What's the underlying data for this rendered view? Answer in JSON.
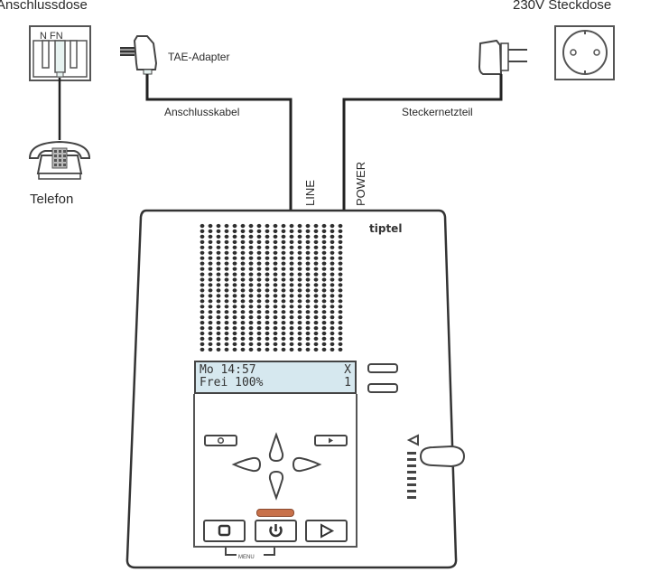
{
  "title": "tiptel Anrufbeantworter Anschlussdiagramm",
  "labels": {
    "wall_socket": "Anschlussdose",
    "wall_socket_pins": "N FN",
    "phone": "Telefon",
    "tae_adapter": "TAE-Adapter",
    "connection_cable": "Anschlusskabel",
    "power_outlet": "230V  Steckdose",
    "power_supply": "Steckernetzteil",
    "port_line": "LINE",
    "port_power": "POWER"
  },
  "device": {
    "brand": "tiptel",
    "display": {
      "line1_left": "Mo 14:57",
      "line1_right": "X",
      "line2_left": "Frei 100%",
      "line2_right": "1"
    },
    "display_color": "#d6e8ef",
    "led_color": "#c8714a",
    "menu_label": "MENU",
    "buttons": [
      {
        "name": "record",
        "icon": "record-icon"
      },
      {
        "name": "skip-forward",
        "icon": "skip-icon"
      },
      {
        "name": "up",
        "icon": "arrow-up-icon"
      },
      {
        "name": "left",
        "icon": "arrow-left-icon"
      },
      {
        "name": "right",
        "icon": "arrow-right-icon"
      },
      {
        "name": "down",
        "icon": "arrow-down-icon"
      },
      {
        "name": "stop",
        "icon": "stop-icon"
      },
      {
        "name": "power",
        "icon": "power-icon"
      },
      {
        "name": "play",
        "icon": "play-icon"
      }
    ]
  }
}
